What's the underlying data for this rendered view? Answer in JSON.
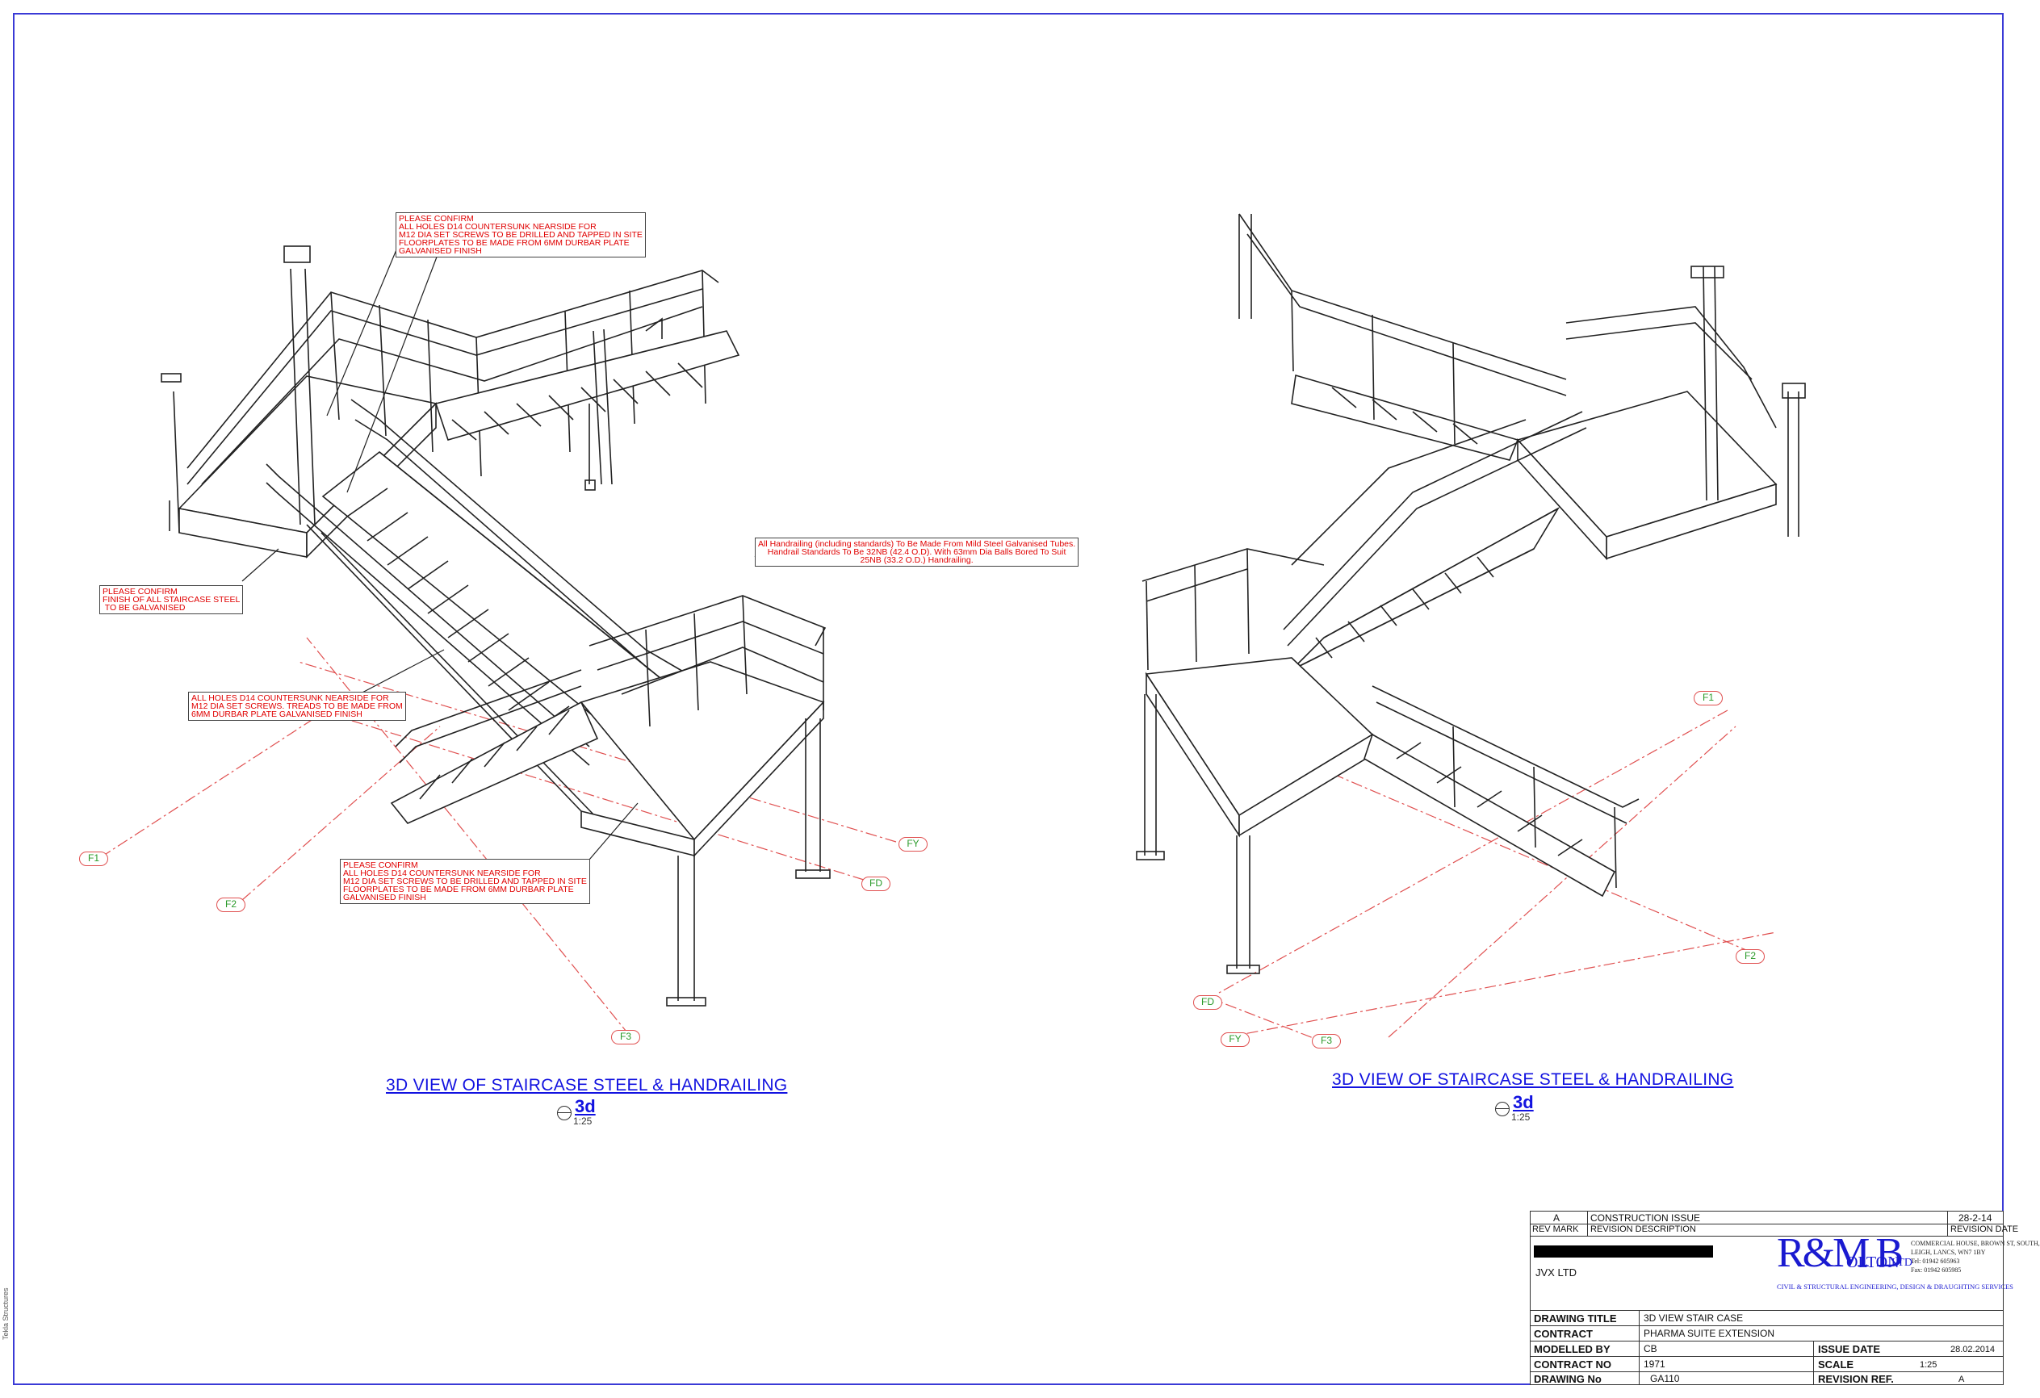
{
  "notes": {
    "top_left": "PLEASE CONFIRM\nALL HOLES D14 COUNTERSUNK NEARSIDE FOR\nM12 DIA SET SCREWS TO BE DRILLED AND TAPPED IN SITE\nFLOORPLATES TO BE MADE FROM 6MM DURBAR PLATE\nGALVANISED FINISH",
    "finish": "PLEASE CONFIRM\nFINISH OF ALL STAIRCASE STEEL\n TO BE GALVANISED",
    "treads": "ALL HOLES D14 COUNTERSUNK NEARSIDE FOR\nM12 DIA SET SCREWS. TREADS TO BE MADE FROM\n6MM DURBAR PLATE GALVANISED FINISH",
    "bottom_left": "PLEASE CONFIRM\nALL HOLES D14 COUNTERSUNK NEARSIDE FOR\nM12 DIA SET SCREWS TO BE DRILLED AND TAPPED IN SITE\nFLOORPLATES TO BE MADE FROM 6MM DURBAR PLATE\nGALVANISED FINISH",
    "handrailing": "All Handrailing (including standards) To Be Made From Mild Steel Galvanised Tubes.\nHandrail Standards To Be 32NB (42.4 O.D). With 63mm Dia Balls Bored To Suit\n25NB (33.2 O.D.) Handrailing."
  },
  "grid_tags": {
    "left": {
      "f1": "F1",
      "f2": "F2",
      "f3": "F3",
      "fy": "FY",
      "fd": "FD"
    },
    "right": {
      "f1": "F1",
      "f2": "F2",
      "f3": "F3",
      "fy": "FY",
      "fd": "FD"
    }
  },
  "views": {
    "left": {
      "title": "3D VIEW OF STAIRCASE STEEL &  HANDRAILING",
      "code": "3d",
      "scale": "1:25"
    },
    "right": {
      "title": "3D VIEW OF STAIRCASE STEEL &  HANDRAILING",
      "code": "3d",
      "scale": "1:25"
    }
  },
  "side_text": "Tekla Structures",
  "title_block": {
    "revision": {
      "mark": "A",
      "description": "CONSTRUCTION ISSUE",
      "date": "28-2-14"
    },
    "revision_headers": {
      "mark": "REV MARK",
      "description": "REVISION DESCRIPTION",
      "date": "REVISION DATE"
    },
    "client": "JVX  LTD",
    "logo": {
      "main": "R&M B",
      "olton": "OLTON",
      "ltd": "LTD",
      "tagline": "CIVIL & STRUCTURAL ENGINEERING, DESIGN & DRAUGHTING SERVICES",
      "address": "COMMERCIAL HOUSE, BROWN ST, SOUTH,\nLEIGH, LANCS, WN7 1BY\nTel: 01942 605963\nFax: 01942 605985"
    },
    "labels": {
      "drawing_title": "DRAWING TITLE",
      "contract": "CONTRACT",
      "modelled_by": "MODELLED BY",
      "contract_no": "CONTRACT NO",
      "drawing_no": "DRAWING No",
      "issue_date": "ISSUE DATE",
      "scale": "SCALE",
      "revision": "REVISION REF."
    },
    "values": {
      "drawing_title": "3D VIEW STAIR CASE",
      "contract": "PHARMA SUITE EXTENSION",
      "modelled_by": "CB",
      "contract_no": "1971",
      "drawing_no": "GA110",
      "issue_date": "28.02.2014",
      "scale": "1:25",
      "revision": "A"
    }
  }
}
